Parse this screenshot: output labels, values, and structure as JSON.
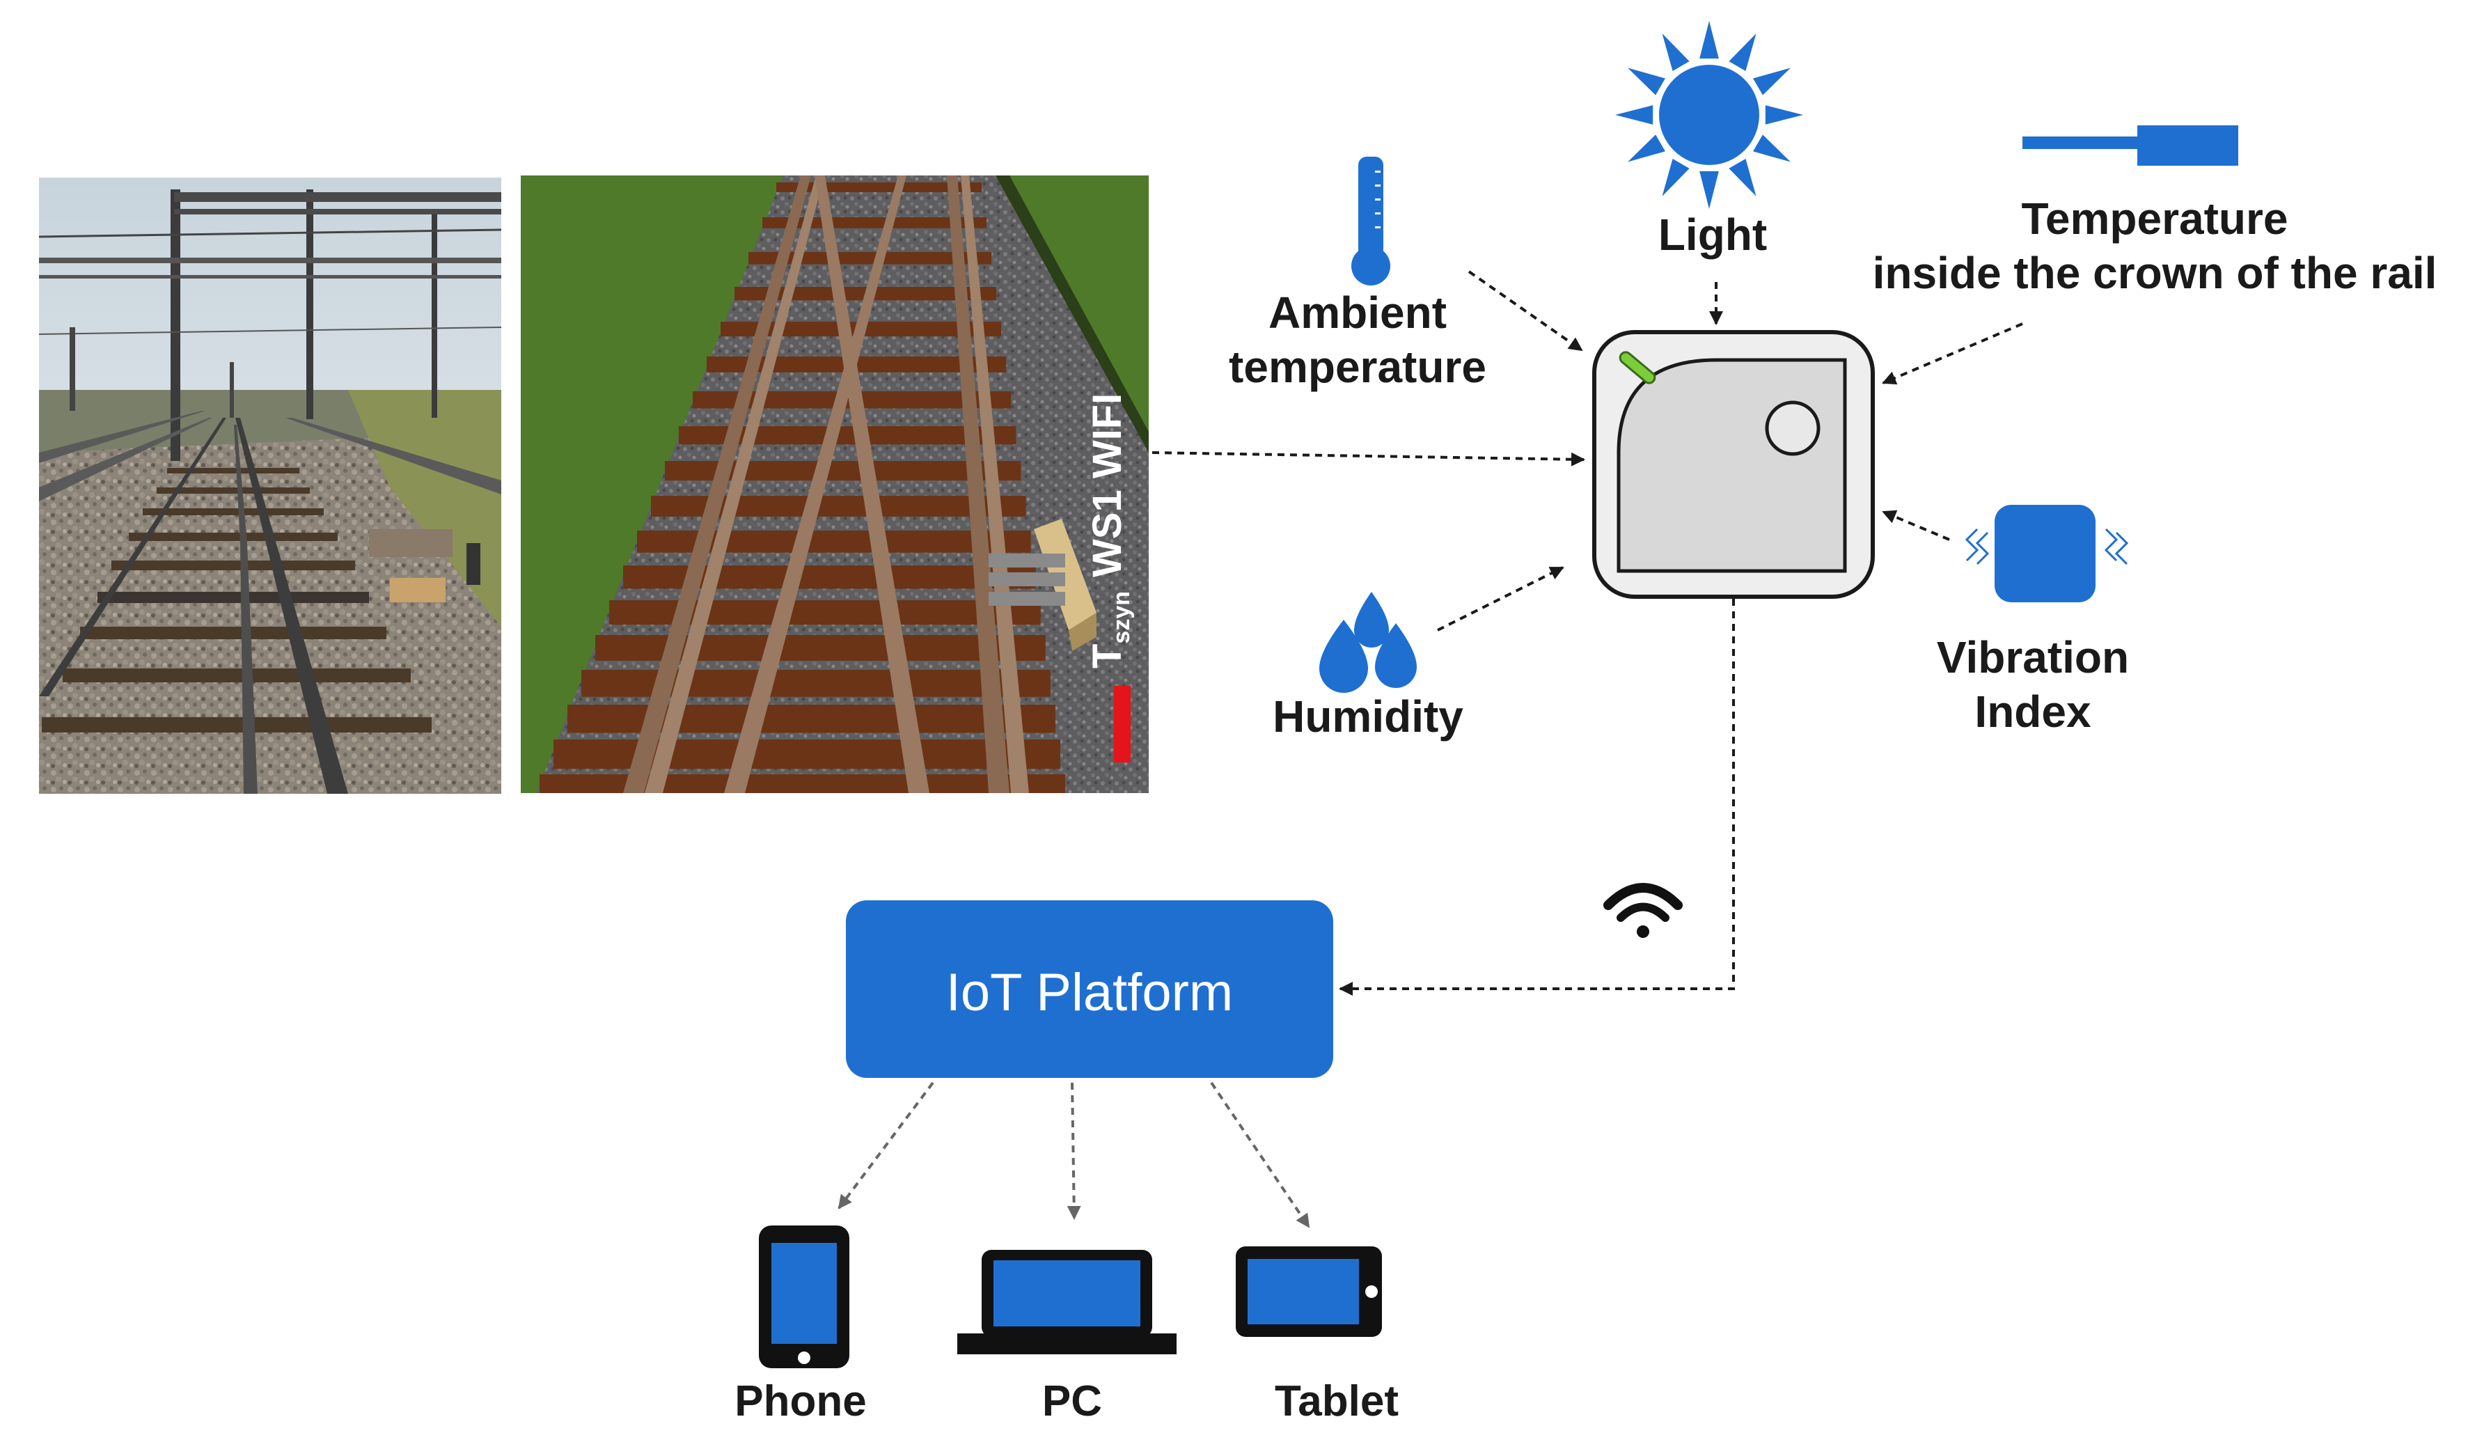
{
  "sensor_inputs": {
    "ambient": {
      "line1": "Ambient",
      "line2": "temperature",
      "icon": "thermometer-icon"
    },
    "light": {
      "label": "Light",
      "icon": "sun-icon"
    },
    "rail": {
      "line1": "Temperature",
      "line2": "inside the crown of the rail",
      "icon": "rail-probe-icon"
    },
    "humidity": {
      "label": "Humidity",
      "icon": "water-drops-icon"
    },
    "vibration": {
      "line1": "Vibration",
      "line2": "Index",
      "icon": "vibration-icon"
    }
  },
  "model_label": {
    "main": "WS1 WIFI",
    "symbol": "T",
    "subscript": "szyn"
  },
  "platform": {
    "label": "IoT Platform"
  },
  "wireless": {
    "icon": "wifi-icon"
  },
  "devices": [
    {
      "label": "Phone",
      "icon": "phone-icon"
    },
    {
      "label": "PC",
      "icon": "laptop-icon"
    },
    {
      "label": "Tablet",
      "icon": "tablet-icon"
    }
  ],
  "colors": {
    "accent": "#1f6fd1",
    "accent_dark": "#14549f",
    "grass": "#4f7a2a",
    "sleeper": "#6b3416",
    "led": "#7ccd3a",
    "marker": "#e3141b"
  }
}
